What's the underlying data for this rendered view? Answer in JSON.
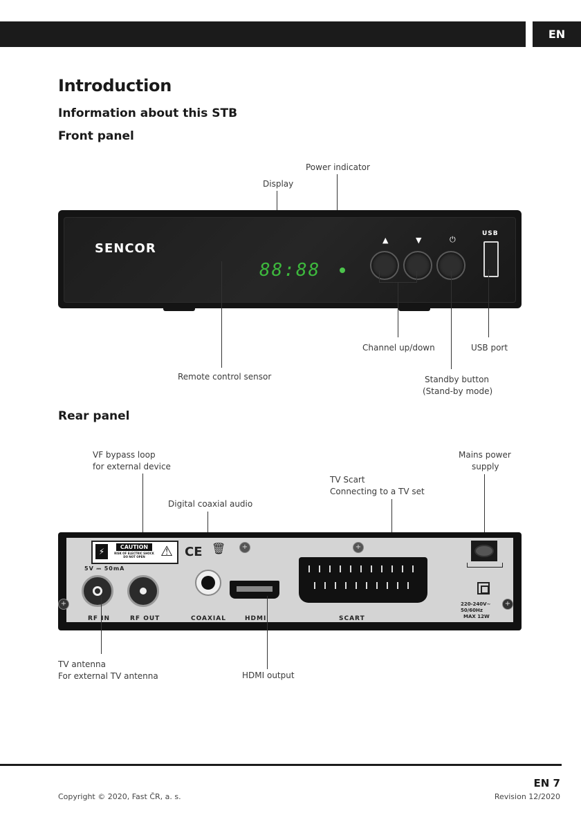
{
  "header": {
    "lang": "EN"
  },
  "titles": {
    "h1": "Introduction",
    "h2": "Information about this STB",
    "front": "Front panel",
    "rear": "Rear panel"
  },
  "front": {
    "brand": "SENCOR",
    "display_value": "88:88",
    "usb_label": "USB",
    "callouts": {
      "power_indicator": "Power indicator",
      "display": "Display",
      "channel": "Channel up/down",
      "usb_port": "USB port",
      "remote_sensor": "Remote control sensor",
      "standby_1": "Standby button",
      "standby_2": "(Stand-by mode)"
    }
  },
  "rear": {
    "caution": "CAUTION",
    "caution_sub": "RISK OF ELECTRIC SHOCK DO NOT OPEN",
    "power_rating": "5V ⎓ 50mA",
    "ports": {
      "rf_in": "RF IN",
      "rf_out": "RF OUT",
      "coaxial": "COAXIAL",
      "hdmi": "HDMI",
      "scart": "SCART"
    },
    "mains_rating": [
      "220-240V~",
      "50/60Hz",
      "MAX 12W"
    ],
    "callouts": {
      "vf_1": "VF bypass loop",
      "vf_2": "for external device",
      "mains_1": "Mains power",
      "mains_2": "supply",
      "scart_1": "TV Scart",
      "scart_2": "Connecting to a TV set",
      "coax": "Digital coaxial audio",
      "antenna_1": "TV antenna",
      "antenna_2": "For external TV antenna",
      "hdmi_out": "HDMI output"
    }
  },
  "footer": {
    "page": "EN 7",
    "copyright": "Copyright © 2020, Fast ČR, a. s.",
    "revision": "Revision 12/2020"
  }
}
